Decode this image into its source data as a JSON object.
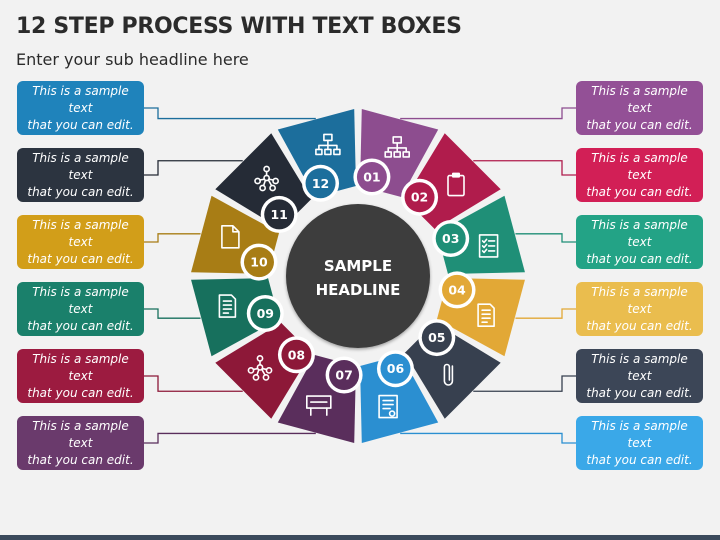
{
  "title": "12 STEP PROCESS WITH TEXT BOXES",
  "subtitle": "Enter your sub headline here",
  "center": {
    "line1": "SAMPLE",
    "line2": "HEADLINE"
  },
  "steps": [
    {
      "num": "01",
      "color": "#8d4d8f",
      "icon": "hierarchy-icon",
      "text1": "This is a sample text",
      "text2": "that you can edit."
    },
    {
      "num": "02",
      "color": "#b01c4c",
      "icon": "clipboard-icon",
      "text1": "This is a sample text",
      "text2": "that you can edit."
    },
    {
      "num": "03",
      "color": "#1f8f77",
      "icon": "checklist-icon",
      "text1": "This is a sample text",
      "text2": "that you can edit."
    },
    {
      "num": "04",
      "color": "#e2a836",
      "icon": "document-icon",
      "text1": "This is a sample text",
      "text2": "that you can edit."
    },
    {
      "num": "05",
      "color": "#37404f",
      "icon": "paperclip-icon",
      "text1": "This is a sample text",
      "text2": "that you can edit."
    },
    {
      "num": "06",
      "color": "#2b8fd1",
      "icon": "certificate-icon",
      "text1": "This is a sample text",
      "text2": "that you can edit."
    },
    {
      "num": "07",
      "color": "#5a2e5c",
      "icon": "billboard-icon",
      "text1": "This is a sample text",
      "text2": "that you can edit."
    },
    {
      "num": "08",
      "color": "#8d1838",
      "icon": "network-icon",
      "text1": "This is a sample text",
      "text2": "that you can edit."
    },
    {
      "num": "09",
      "color": "#17705d",
      "icon": "form-icon",
      "text1": "This is a sample text",
      "text2": "that you can edit."
    },
    {
      "num": "10",
      "color": "#a87d15",
      "icon": "file-icon",
      "text1": "This is a sample text",
      "text2": "that you can edit."
    },
    {
      "num": "11",
      "color": "#252b36",
      "icon": "people-network-icon",
      "text1": "This is a sample text",
      "text2": "that you can edit."
    },
    {
      "num": "12",
      "color": "#1c6e9c",
      "icon": "org-chart-icon",
      "text1": "This is a sample text",
      "text2": "that you can edit."
    }
  ],
  "boxes": {
    "right": [
      {
        "step": 0,
        "color": "#935096"
      },
      {
        "step": 1,
        "color": "#d21f56"
      },
      {
        "step": 2,
        "color": "#23a386"
      },
      {
        "step": 3,
        "color": "#eabd4e"
      },
      {
        "step": 4,
        "color": "#3c4657"
      },
      {
        "step": 5,
        "color": "#3aa8e8"
      }
    ],
    "left": [
      {
        "step": 11,
        "color": "#1f83bb"
      },
      {
        "step": 10,
        "color": "#2c3440"
      },
      {
        "step": 9,
        "color": "#d29e19"
      },
      {
        "step": 8,
        "color": "#1a806b"
      },
      {
        "step": 7,
        "color": "#9c1b40"
      },
      {
        "step": 6,
        "color": "#6a3a6c"
      }
    ]
  }
}
